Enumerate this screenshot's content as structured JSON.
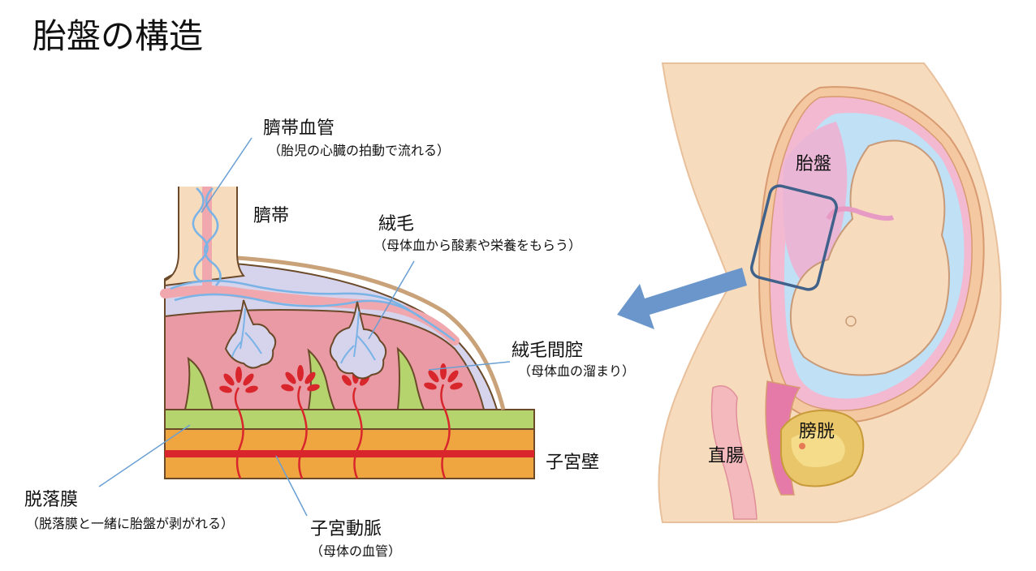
{
  "title": "胎盤の構造",
  "labels": {
    "umbilical_vessels": "臍帯血管",
    "umbilical_vessels_note": "（胎児の心臓の拍動で流れる）",
    "umbilical_cord": "臍帯",
    "villi": "絨毛",
    "villi_note": "（母体血から酸素や栄養をもらう）",
    "intervillous_space": "絨毛間腔",
    "intervillous_space_note": "（母体血の溜まり）",
    "uterine_wall": "子宮壁",
    "decidua": "脱落膜",
    "decidua_note": "（脱落膜と一緒に胎盤が剥がれる）",
    "uterine_artery": "子宮動脈",
    "uterine_artery_note": "（母体の血管）",
    "placenta": "胎盤",
    "bladder": "膀胱",
    "rectum": "直腸"
  },
  "colors": {
    "outline": "#6b4a2a",
    "maternal_blood": "#ea9aa4",
    "decidua": "#b6d46e",
    "uterine_wall": "#f0a640",
    "artery_red": "#d8262c",
    "vessel_blue": "#7ab3e6",
    "skin": "#f7dbbd",
    "leader_line": "#6a9fd3",
    "arrow": "#6b96cc",
    "highlight_box": "#3f618a"
  }
}
